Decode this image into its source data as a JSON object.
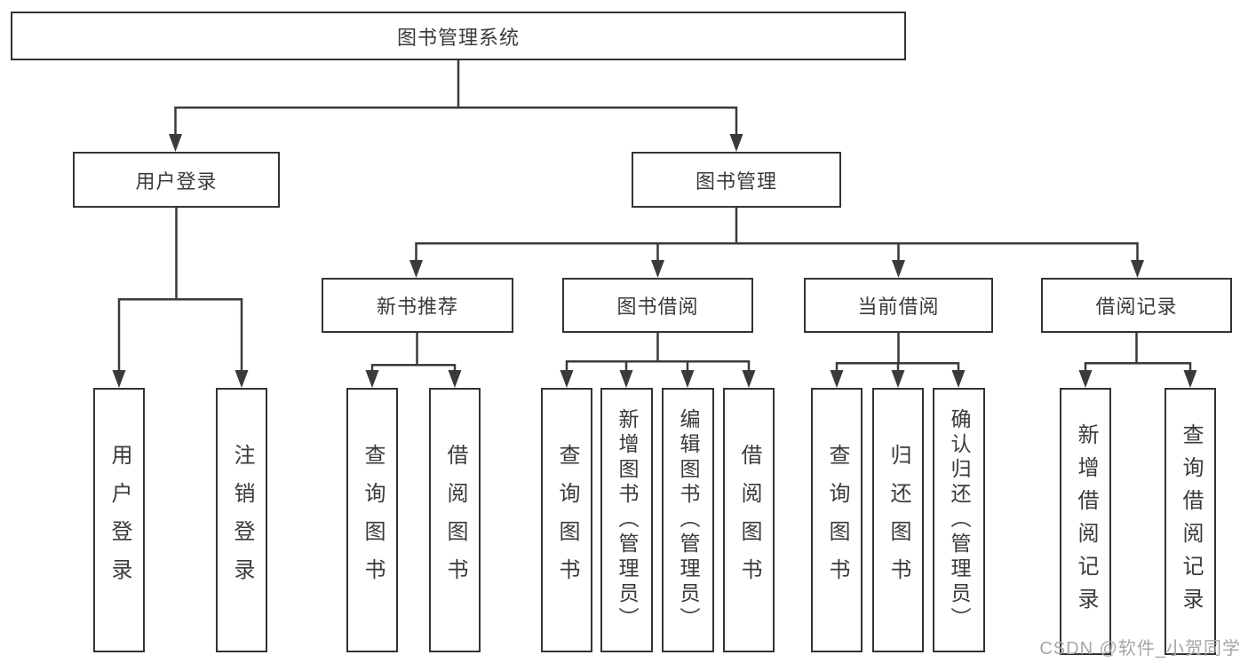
{
  "root": {
    "label": "图书管理系统"
  },
  "level2": {
    "user_login": "用户登录",
    "book_management": "图书管理"
  },
  "level3": {
    "new_book_recommend": "新书推荐",
    "book_borrowing": "图书借阅",
    "current_borrowing": "当前借阅",
    "borrowing_records": "借阅记录"
  },
  "leaves": {
    "user_login": "用户登录",
    "logout": "注销登录",
    "nb_query_books": "查询图书",
    "nb_borrow_books": "借阅图书",
    "bb_query_books": "查询图书",
    "bb_add_books_admin": "新增图书（管理员）",
    "bb_edit_books_admin": "编辑图书（管理员）",
    "bb_borrow_books": "借阅图书",
    "cb_query_books": "查询图书",
    "cb_return_books": "归还图书",
    "cb_confirm_return_admin": "确认归还（管理员）",
    "br_add_borrow_record": "新增借阅记录",
    "br_query_borrow_record": "查询借阅记录"
  },
  "colors": {
    "line": "#3a3a3a",
    "border": "#333333",
    "text": "#3a3a3a",
    "watermark": "#a6a6a6"
  },
  "watermark": "CSDN @软件_小贺同学"
}
